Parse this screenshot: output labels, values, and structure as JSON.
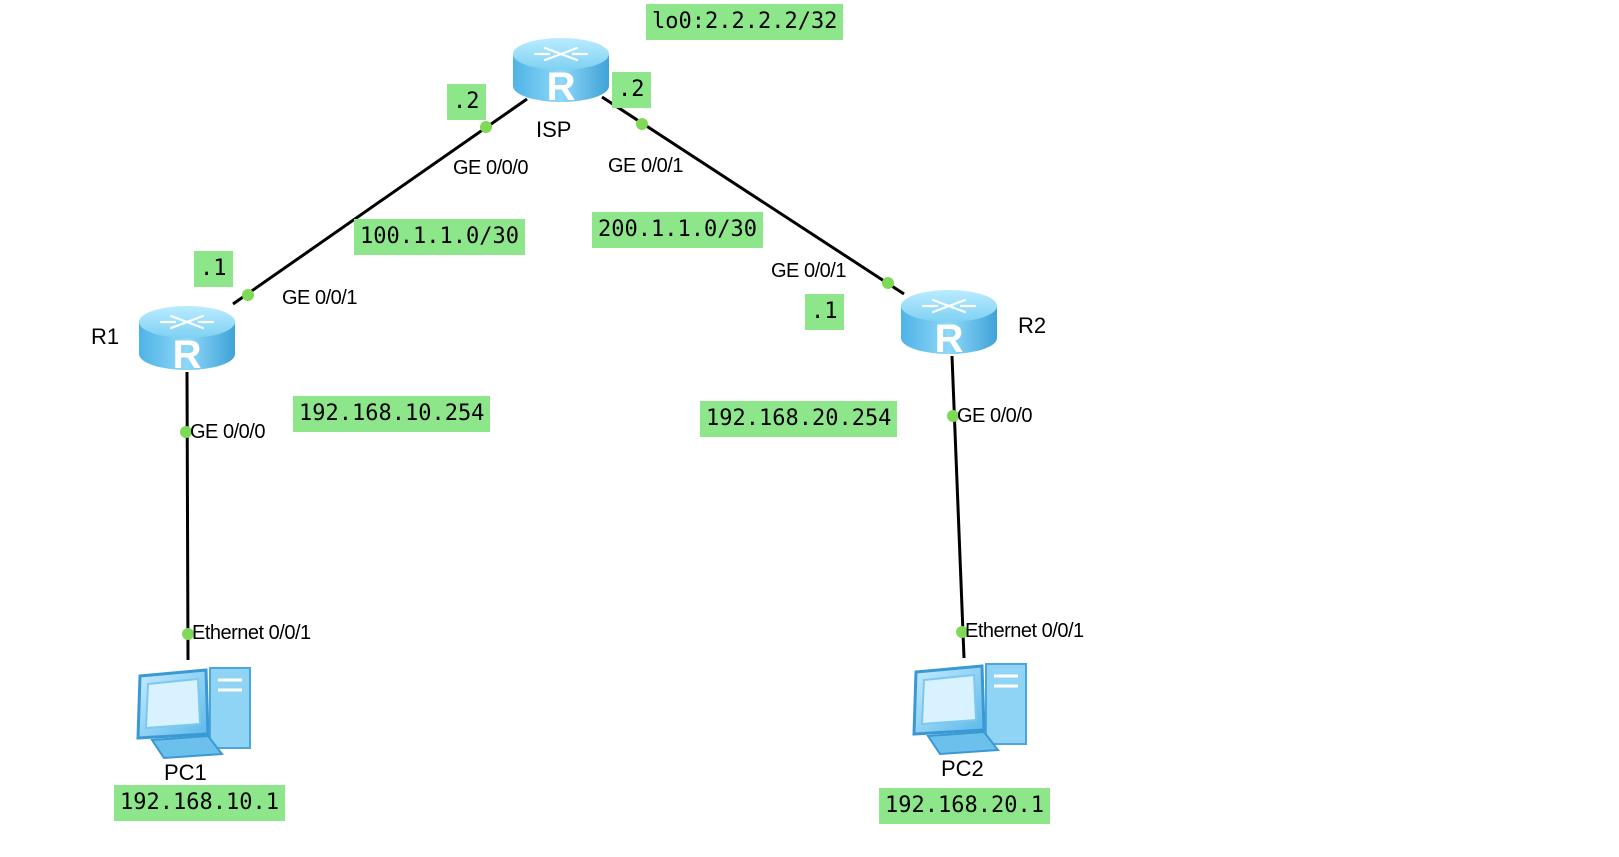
{
  "devices": {
    "isp": {
      "label": "ISP",
      "icon": "router-icon"
    },
    "r1": {
      "label": "R1",
      "icon": "router-icon"
    },
    "r2": {
      "label": "R2",
      "icon": "router-icon"
    },
    "pc1": {
      "label": "PC1",
      "icon": "pc-icon"
    },
    "pc2": {
      "label": "PC2",
      "icon": "pc-icon"
    }
  },
  "ports": {
    "isp_ge000": "GE 0/0/0",
    "isp_ge001": "GE 0/0/1",
    "r1_ge001": "GE 0/0/1",
    "r1_ge000": "GE 0/0/0",
    "r2_ge001": "GE 0/0/1",
    "r2_ge000": "GE 0/0/0",
    "pc1_eth": "Ethernet 0/0/1",
    "pc2_eth": "Ethernet 0/0/1"
  },
  "notes": {
    "loopback": "lo0:2.2.2.2/32",
    "isp_left_host": ".2",
    "isp_right_host": ".2",
    "r1_host": ".1",
    "r2_host": ".1",
    "net_left": "100.1.1.0/30",
    "net_right": "200.1.1.0/30",
    "r1_lan_gw": "192.168.10.254",
    "r2_lan_gw": "192.168.20.254",
    "pc1_ip": "192.168.10.1",
    "pc2_ip": "192.168.20.1"
  },
  "colors": {
    "note_bg": "#8ee68a",
    "port_dot": "#7ed957",
    "router_body": "#6ec8f0",
    "link": "#000000"
  }
}
